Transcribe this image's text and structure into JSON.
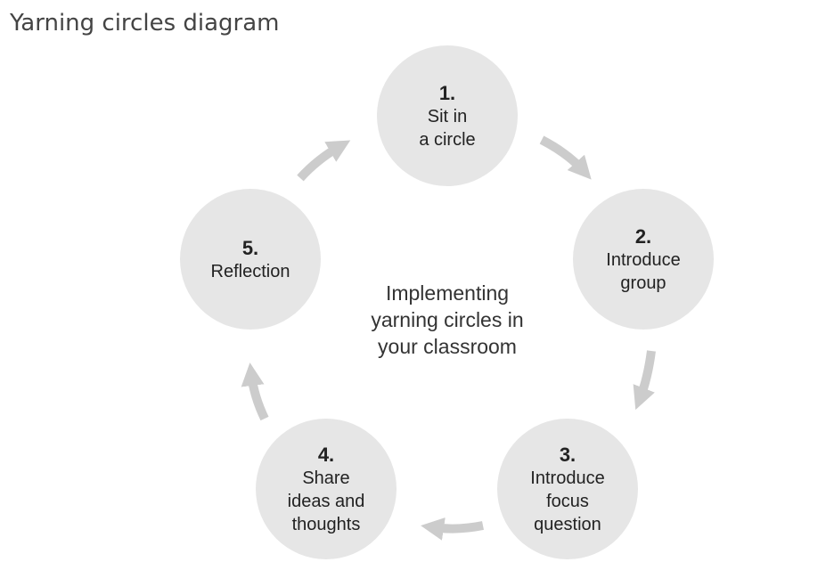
{
  "page_title": "Yarning circles diagram",
  "center_text": [
    "Implementing",
    "yarning circles in",
    "your classroom"
  ],
  "steps": [
    {
      "number": "1.",
      "lines": [
        "Sit in",
        "a circle"
      ]
    },
    {
      "number": "2.",
      "lines": [
        "Introduce",
        "group"
      ]
    },
    {
      "number": "3.",
      "lines": [
        "Introduce",
        "focus",
        "question"
      ]
    },
    {
      "number": "4.",
      "lines": [
        "Share",
        "ideas and",
        "thoughts"
      ]
    },
    {
      "number": "5.",
      "lines": [
        "Reflection"
      ]
    }
  ],
  "colors": {
    "circle_fill": "#e6e6e6",
    "arrow_fill": "#cccccc",
    "title_text": "#444444",
    "body_text": "#222222"
  }
}
